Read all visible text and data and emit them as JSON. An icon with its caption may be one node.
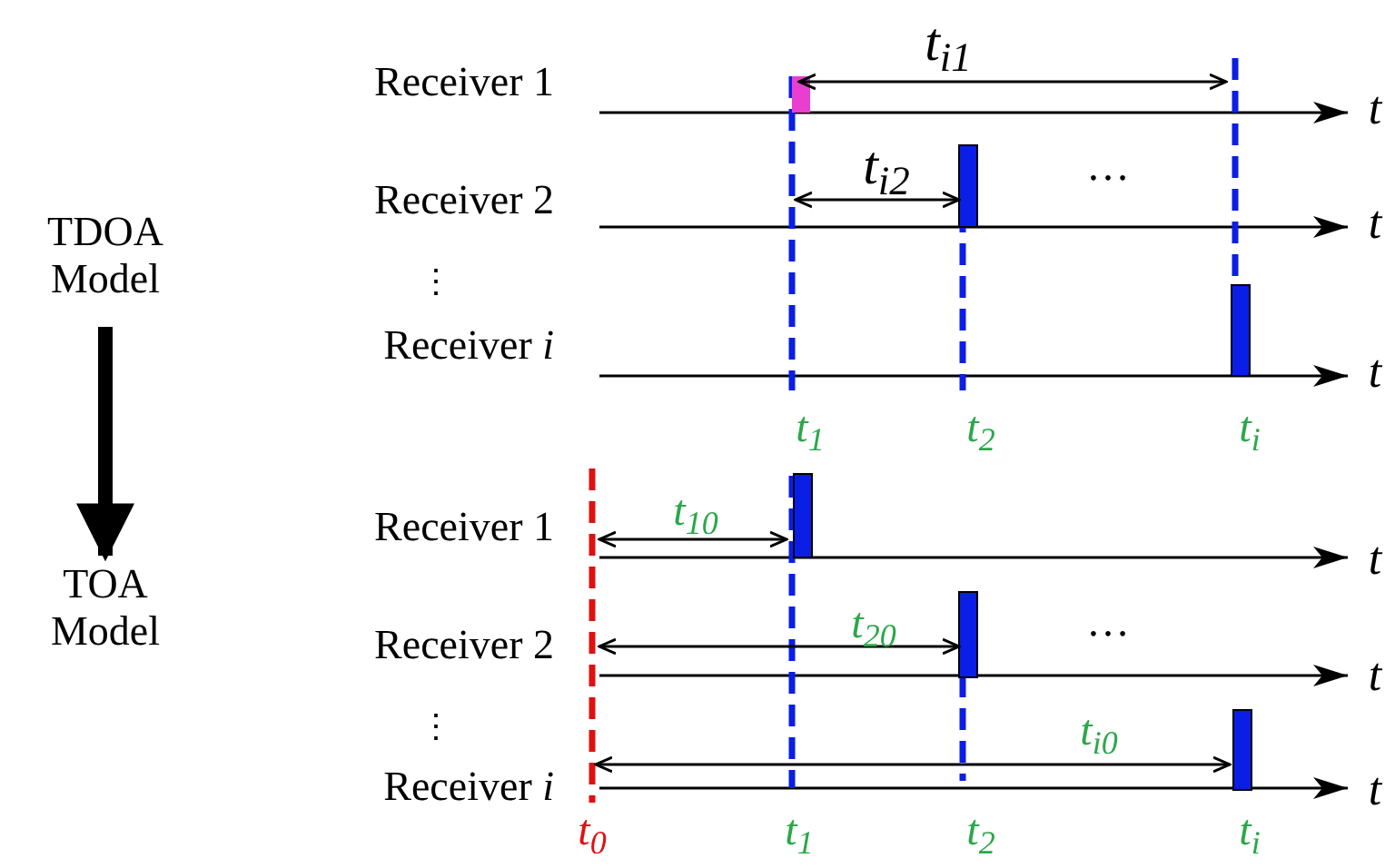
{
  "diagram": {
    "nodes": [
      {
        "text": [
          "TDOA Model"
        ]
      },
      {
        "text": [
          "TOA Model"
        ]
      }
    ],
    "edges": [
      {
        "from": 0,
        "to": 1,
        "arrow": "to"
      }
    ],
    "labels": [
      "*t*$_{i1}$",
      "Receiver 1",
      "t",
      "*t*$_{i2}$",
      "Receiver 2",
      "…",
      "t",
      "⋮",
      "Receiver *i*",
      "t",
      "*t*$_{1}$",
      "*t*$_{2}$",
      "*t*$_{i}$",
      "Receiver 1",
      "*t*$_{10}$",
      "t",
      "*t*$_{20}$",
      "Receiver 2",
      "…",
      "t",
      "⋮",
      "*t*$_{i0}$",
      "Receiver *i*",
      "t",
      "*t*$_{0}$",
      "*t*$_{1}$",
      "*t*$_{2}$",
      "*t*$_{i}$"
    ]
  }
}
